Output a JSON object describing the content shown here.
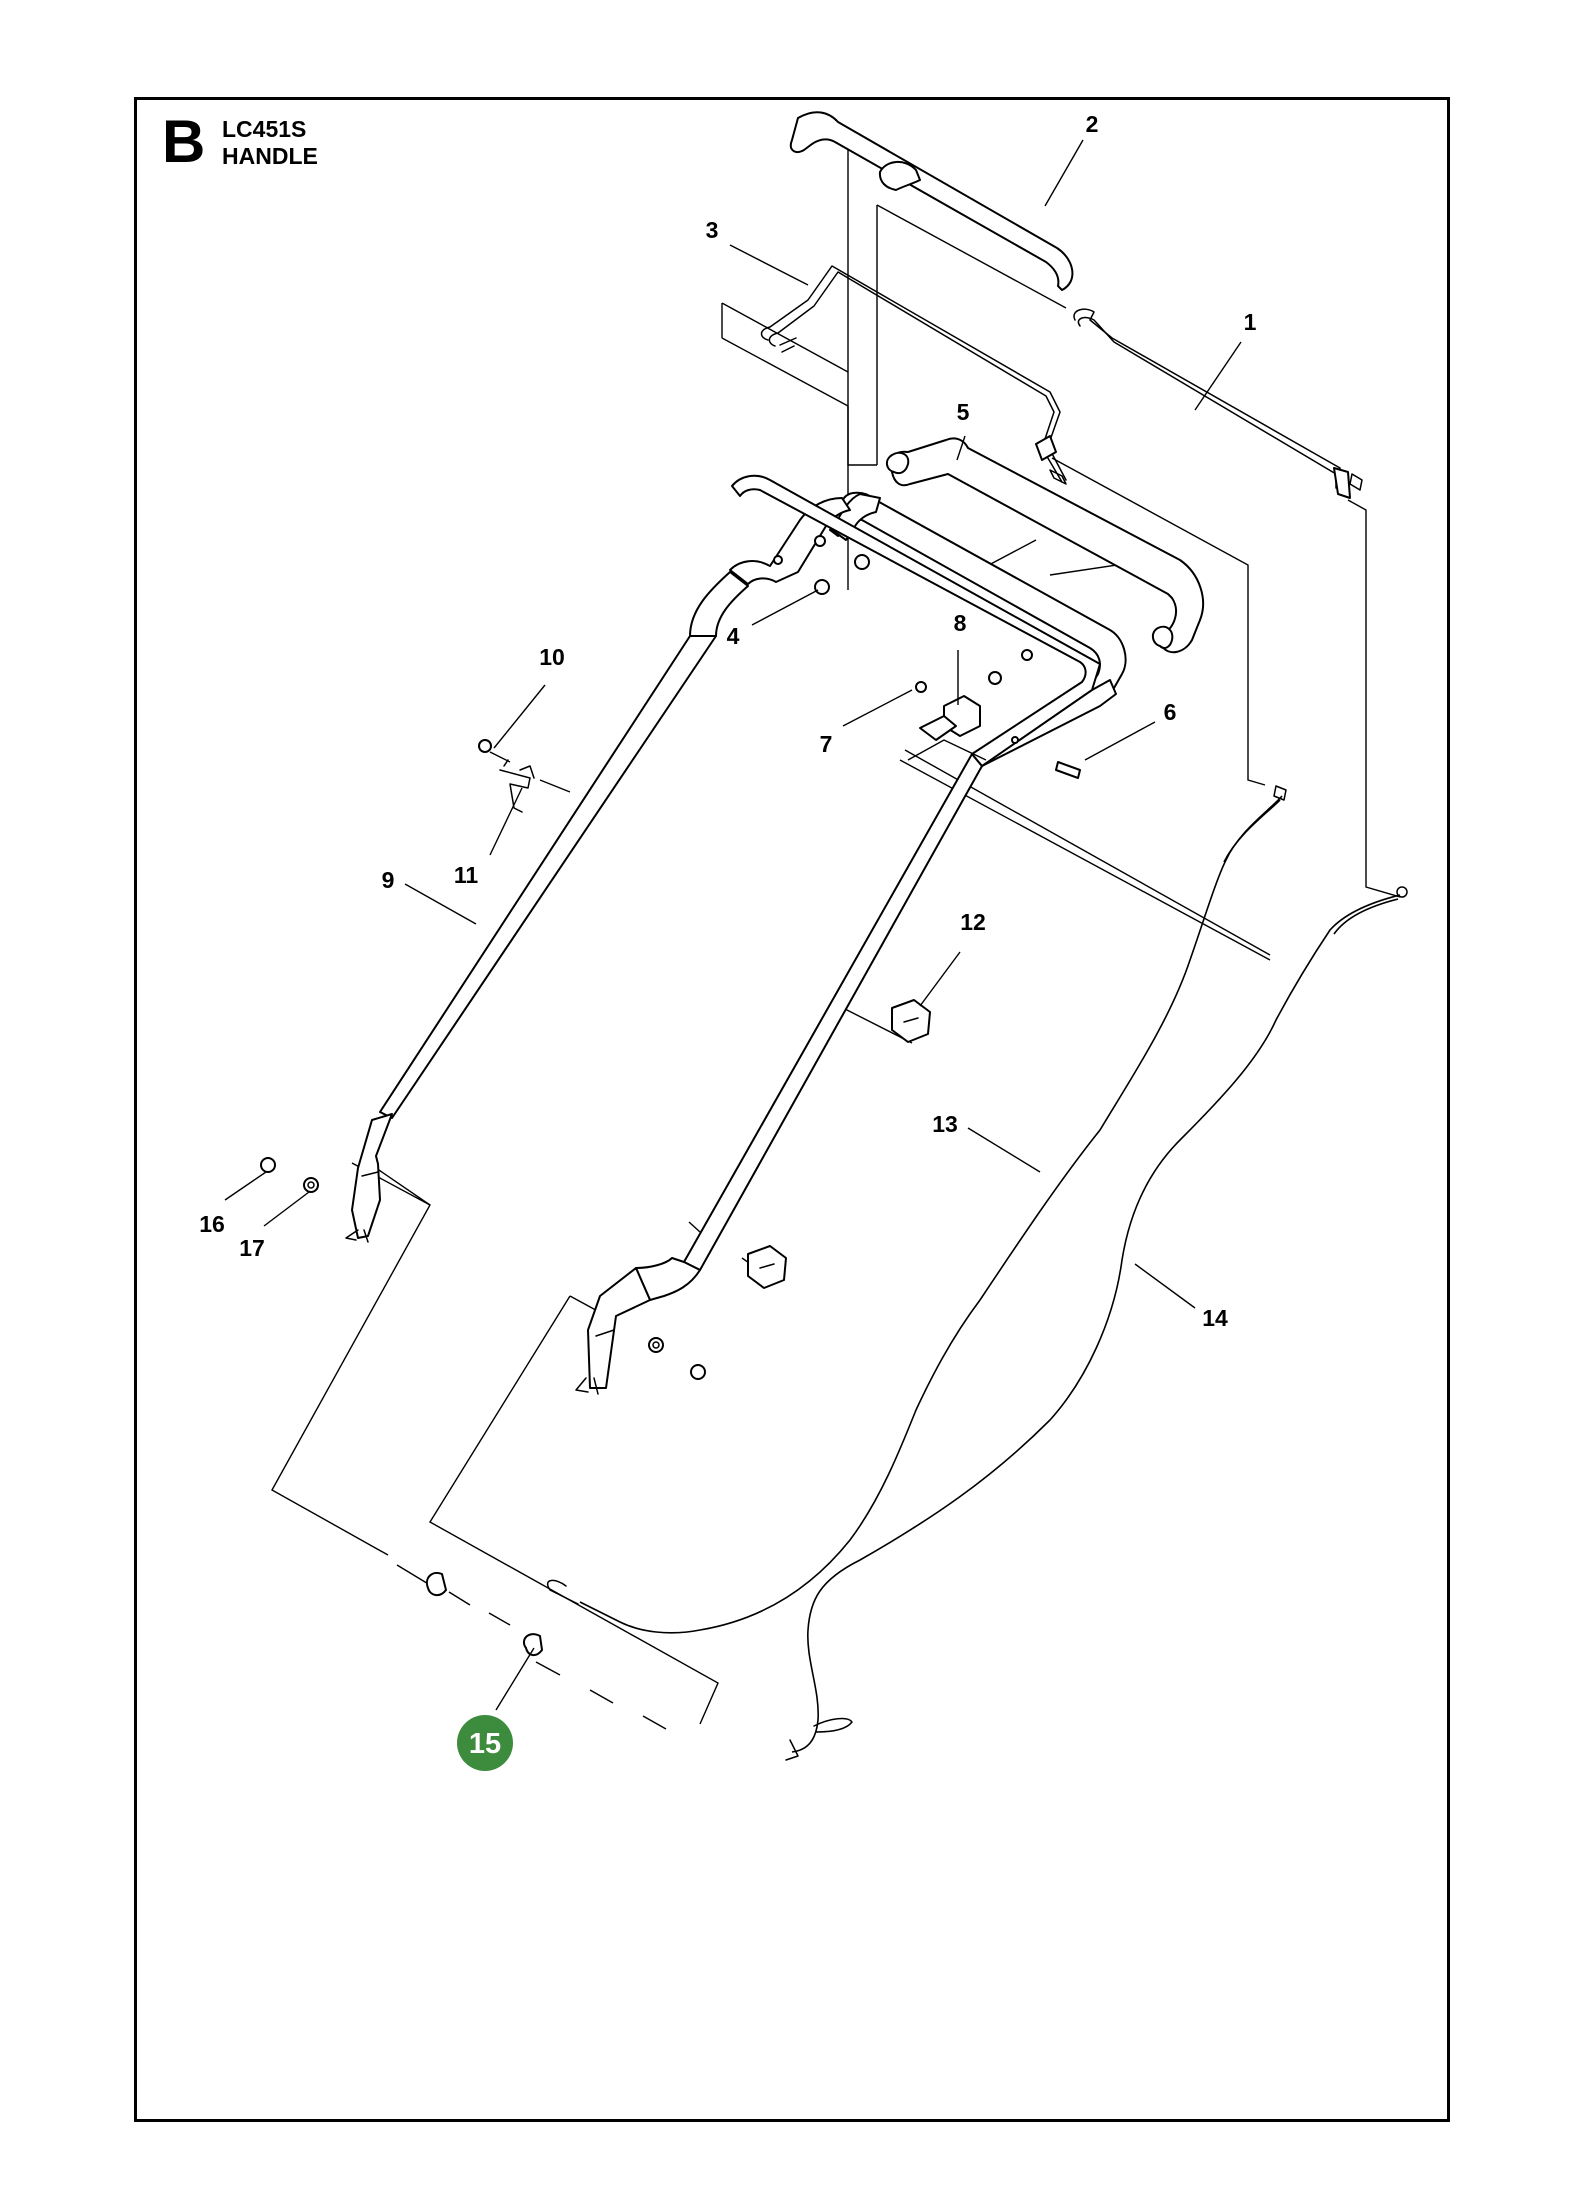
{
  "header": {
    "section_letter": "B",
    "model": "LC451S",
    "title": "HANDLE"
  },
  "callouts": [
    "1",
    "2",
    "3",
    "4",
    "5",
    "6",
    "7",
    "8",
    "9",
    "10",
    "11",
    "12",
    "13",
    "14",
    "15",
    "16",
    "17"
  ],
  "highlight": {
    "label": "15",
    "color": "#3d8b3d",
    "text_color": "#ffffff"
  },
  "colors": {
    "line": "#000000",
    "background": "#ffffff"
  }
}
